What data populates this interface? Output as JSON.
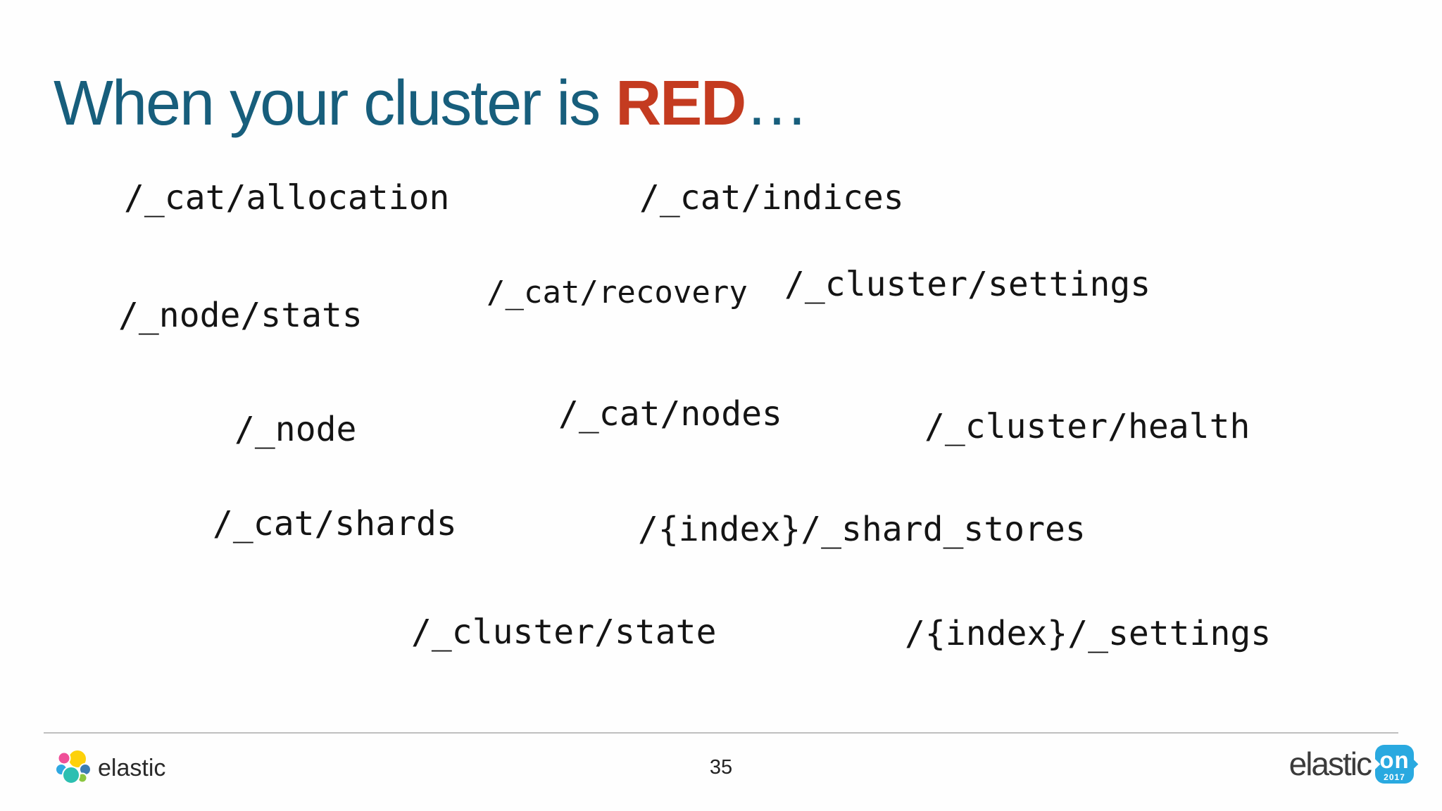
{
  "title": {
    "prefix": "When your cluster is ",
    "highlight": "RED",
    "ellipsis": "…"
  },
  "endpoints": [
    {
      "label": "/_cat/allocation"
    },
    {
      "label": "/_cat/indices"
    },
    {
      "label": "/_cat/recovery"
    },
    {
      "label": "/_cluster/settings"
    },
    {
      "label": "/_node/stats"
    },
    {
      "label": "/_node"
    },
    {
      "label": "/_cat/nodes"
    },
    {
      "label": "/_cluster/health"
    },
    {
      "label": "/_cat/shards"
    },
    {
      "label": "/{index}/_shard_stores"
    },
    {
      "label": "/_cluster/state"
    },
    {
      "label": "/{index}/_settings"
    }
  ],
  "footer": {
    "page_number": "35",
    "brand": "elastic",
    "event_logo": {
      "brand": "elastic",
      "badge": "on",
      "year": "2017"
    }
  },
  "colors": {
    "title_teal": "#175e7c",
    "highlight_red": "#c43b20",
    "endpoint_text": "#141414",
    "event_badge_blue": "#29a9e0",
    "logo_yellow": "#fdd10a",
    "logo_pink": "#ef4f98",
    "logo_light_blue": "#2fa8e1",
    "logo_steel_blue": "#3c7db2",
    "logo_teal": "#2cbfb1",
    "logo_green": "#8bc63f"
  }
}
